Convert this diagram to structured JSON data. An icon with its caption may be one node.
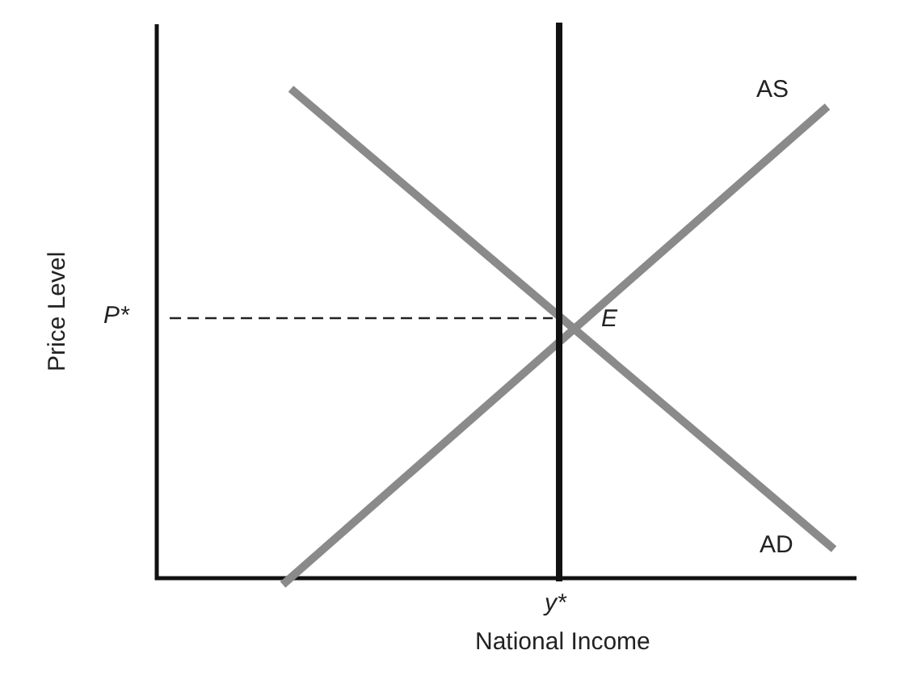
{
  "diagram": {
    "labels": [
      "Price Level",
      "P*",
      "E",
      "AS",
      "AD",
      "y*",
      "National Income"
    ]
  }
}
